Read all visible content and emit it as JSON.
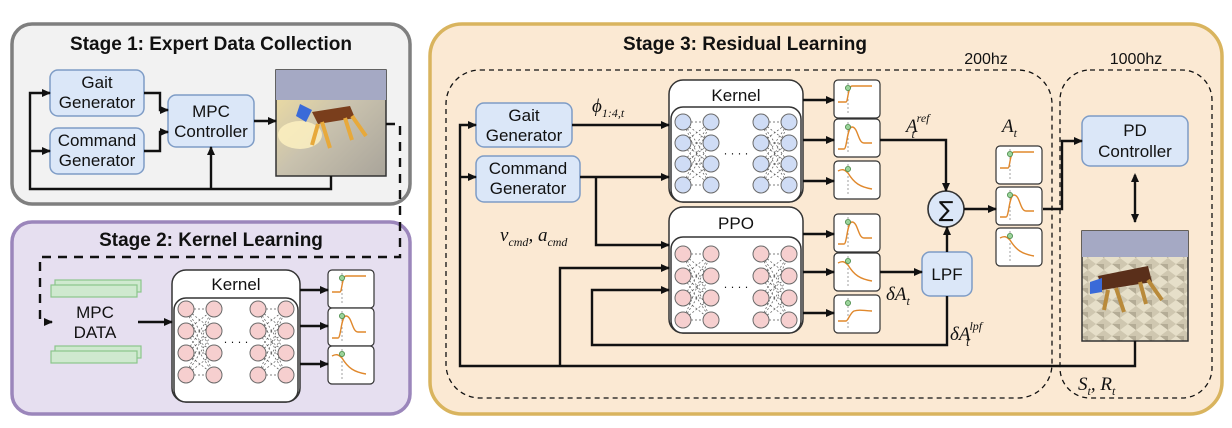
{
  "stage1": {
    "title": "Stage 1: Expert Data Collection"
  },
  "stage2": {
    "title": "Stage 2: Kernel Learning"
  },
  "stage3": {
    "title": "Stage 3: Residual Learning"
  },
  "blocks": {
    "gait_generator": [
      "Gait",
      "Generator"
    ],
    "command_generator": [
      "Command",
      "Generator"
    ],
    "mpc_controller": [
      "MPC",
      "Controller"
    ],
    "mpc_data": [
      "MPC",
      "DATA"
    ],
    "kernel": "Kernel",
    "ppo": "PPO",
    "lpf": "LPF",
    "pd_controller": [
      "PD",
      "Controller"
    ],
    "sum_symbol": "∑",
    "ellipsis": "· · · ·"
  },
  "rates": {
    "low": "200hz",
    "high": "1000hz"
  },
  "signals": {
    "phi": "ϕ",
    "phi_sub": "1:4,t",
    "vcmd": "v",
    "vcmd_sub": "cmd",
    "comma": ", ",
    "acmd": "a",
    "acmd_sub": "cmd",
    "A": "A",
    "t": "t",
    "ref": "ref",
    "lpf": "lpf",
    "delta": "δ",
    "S": "S",
    "R": "R"
  },
  "colors": {
    "stage1_fill": "#f2f2f2",
    "stage1_stroke": "#7f7f7f",
    "stage2_fill": "#e6dff0",
    "stage2_stroke": "#9b86bb",
    "stage3_fill": "#fbe9d3",
    "stage3_stroke": "#d9b45e",
    "block_fill": "#dbe7f8",
    "block_stroke": "#7e9cc6",
    "blue_neuron": "#cfdcf5",
    "red_neuron": "#f6cfcf",
    "curve": "#e0882c"
  }
}
